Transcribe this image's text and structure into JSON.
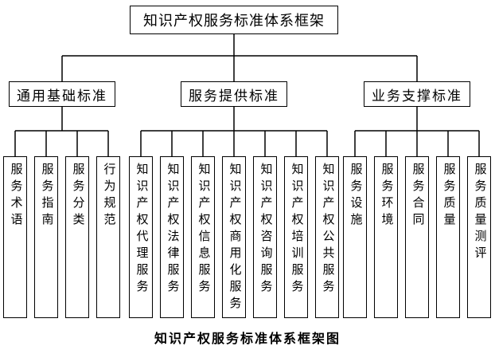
{
  "diagram": {
    "root_label": "知识产权服务标准体系框架",
    "caption": "知识产权服务标准体系框架图",
    "groups": [
      {
        "label": "通用基础标准",
        "children": [
          "服务术语",
          "服务指南",
          "服务分类",
          "行为规范"
        ]
      },
      {
        "label": "服务提供标准",
        "children": [
          "知识产权代理服务",
          "知识产权法律服务",
          "知识产权信息服务",
          "知识产权商用化服务",
          "知识产权咨询服务",
          "知识产权培训服务",
          "知识产权公共服务"
        ]
      },
      {
        "label": "业务支撑标准",
        "children": [
          "服务设施",
          "服务环境",
          "服务合同",
          "服务质量",
          "服务质量测评"
        ]
      }
    ],
    "colors": {
      "line": "#000000",
      "background": "#ffffff",
      "text": "#000000"
    }
  }
}
